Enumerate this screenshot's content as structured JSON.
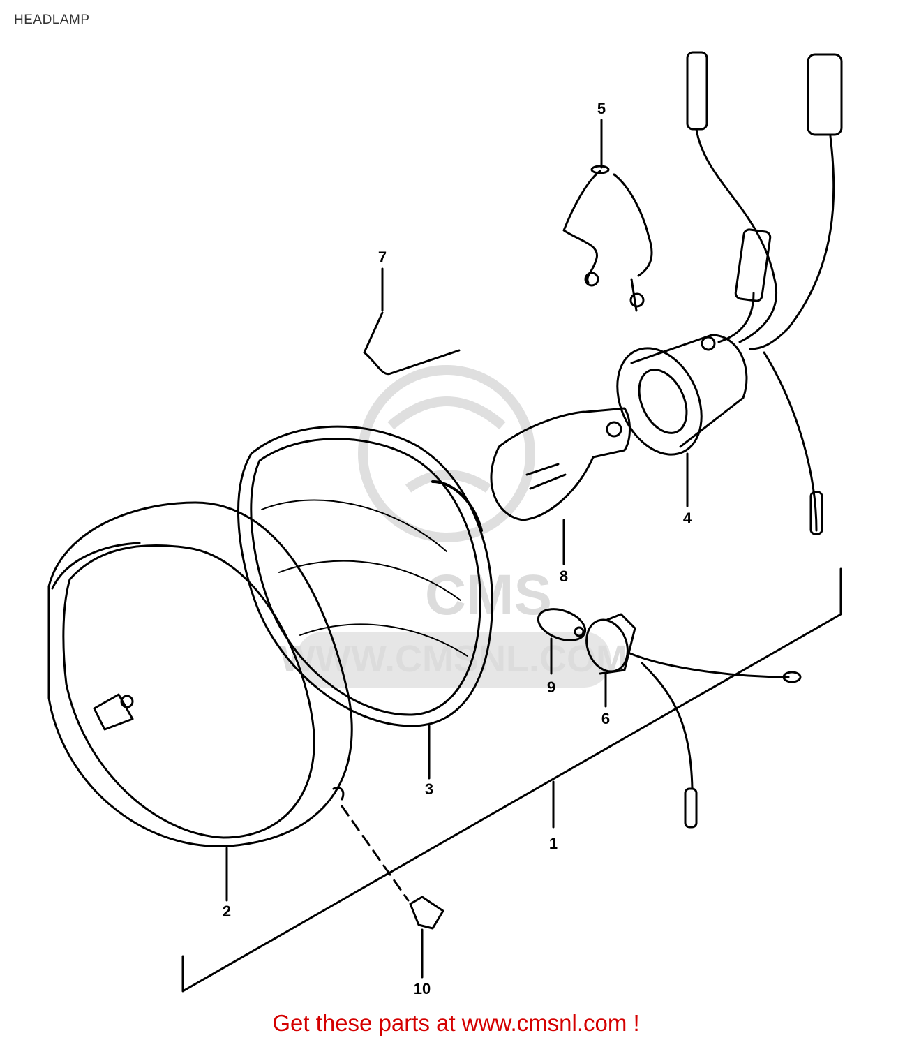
{
  "title": "HEADLAMP",
  "watermark": {
    "logo_text": "CMS",
    "url_text": "WWW.CMSNL.COM"
  },
  "callouts": [
    "1",
    "2",
    "3",
    "4",
    "5",
    "6",
    "7",
    "8",
    "9",
    "10"
  ],
  "footer": {
    "text": "Get these parts at www.cmsnl.com !"
  },
  "colors": {
    "line": "#000000",
    "footer": "#d40000",
    "watermark": "#d9d9d9",
    "background": "#ffffff"
  }
}
